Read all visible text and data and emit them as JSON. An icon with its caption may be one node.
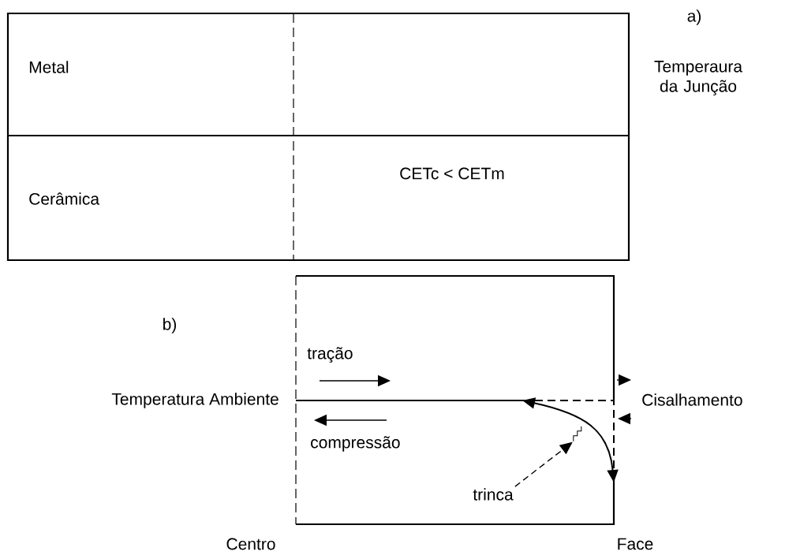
{
  "diagram": {
    "nodes": [
      {
        "text": [
          "trinca"
        ]
      },
      {
        "text": [],
        "shape": "picture"
      }
    ],
    "edges": [
      {
        "from": 0,
        "to": 1,
        "arrow": "to",
        "style": "dashed"
      }
    ],
    "labels": [
      "a)",
      "Metal",
      "Temperaura da Junção",
      "CETc < CETm",
      "Cerâmica",
      "b)",
      "tração",
      "Temperatura Ambiente",
      "Cisalhamento",
      "compressão",
      "Centro",
      "Face"
    ]
  }
}
